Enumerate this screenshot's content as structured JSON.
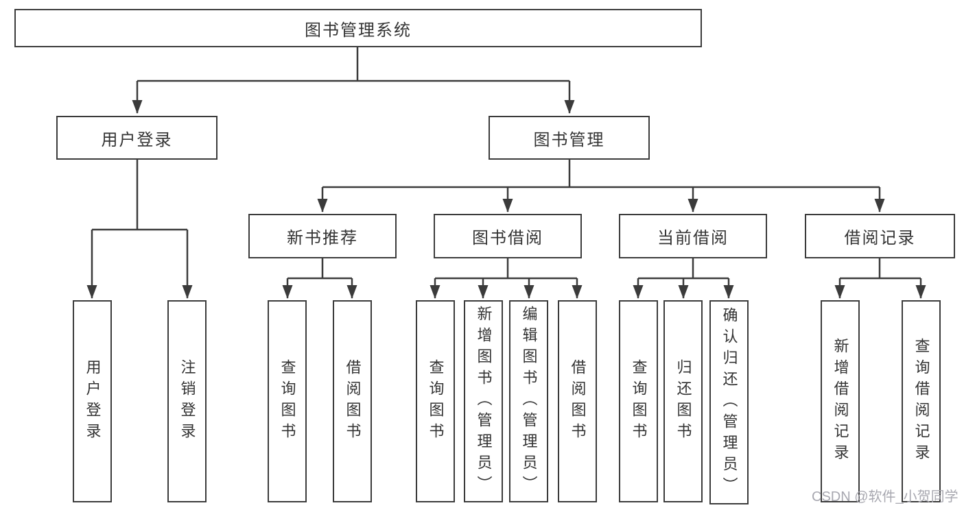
{
  "tree": {
    "label": "图书管理系统",
    "children": [
      {
        "label": "用户登录",
        "children": [
          {
            "label": "用户登录"
          },
          {
            "label": "注销登录"
          }
        ]
      },
      {
        "label": "图书管理",
        "children": [
          {
            "label": "新书推荐",
            "children": [
              {
                "label": "查询图书"
              },
              {
                "label": "借阅图书"
              }
            ]
          },
          {
            "label": "图书借阅",
            "children": [
              {
                "label": "查询图书"
              },
              {
                "label": "新增图书（管理员）"
              },
              {
                "label": "编辑图书（管理员）"
              },
              {
                "label": "借阅图书"
              }
            ]
          },
          {
            "label": "当前借阅",
            "children": [
              {
                "label": "查询图书"
              },
              {
                "label": "归还图书"
              },
              {
                "label": "确认归还（管理员）"
              }
            ]
          },
          {
            "label": "借阅记录",
            "children": [
              {
                "label": "新增借阅记录"
              },
              {
                "label": "查询借阅记录"
              }
            ]
          }
        ]
      }
    ]
  },
  "watermark": "CSDN @软件_小贺同学",
  "colors": {
    "line": "#3b3b3b",
    "box_border": "#3b3b3b",
    "text": "#333333",
    "watermark": "#a8a8b0",
    "background": "#ffffff"
  }
}
